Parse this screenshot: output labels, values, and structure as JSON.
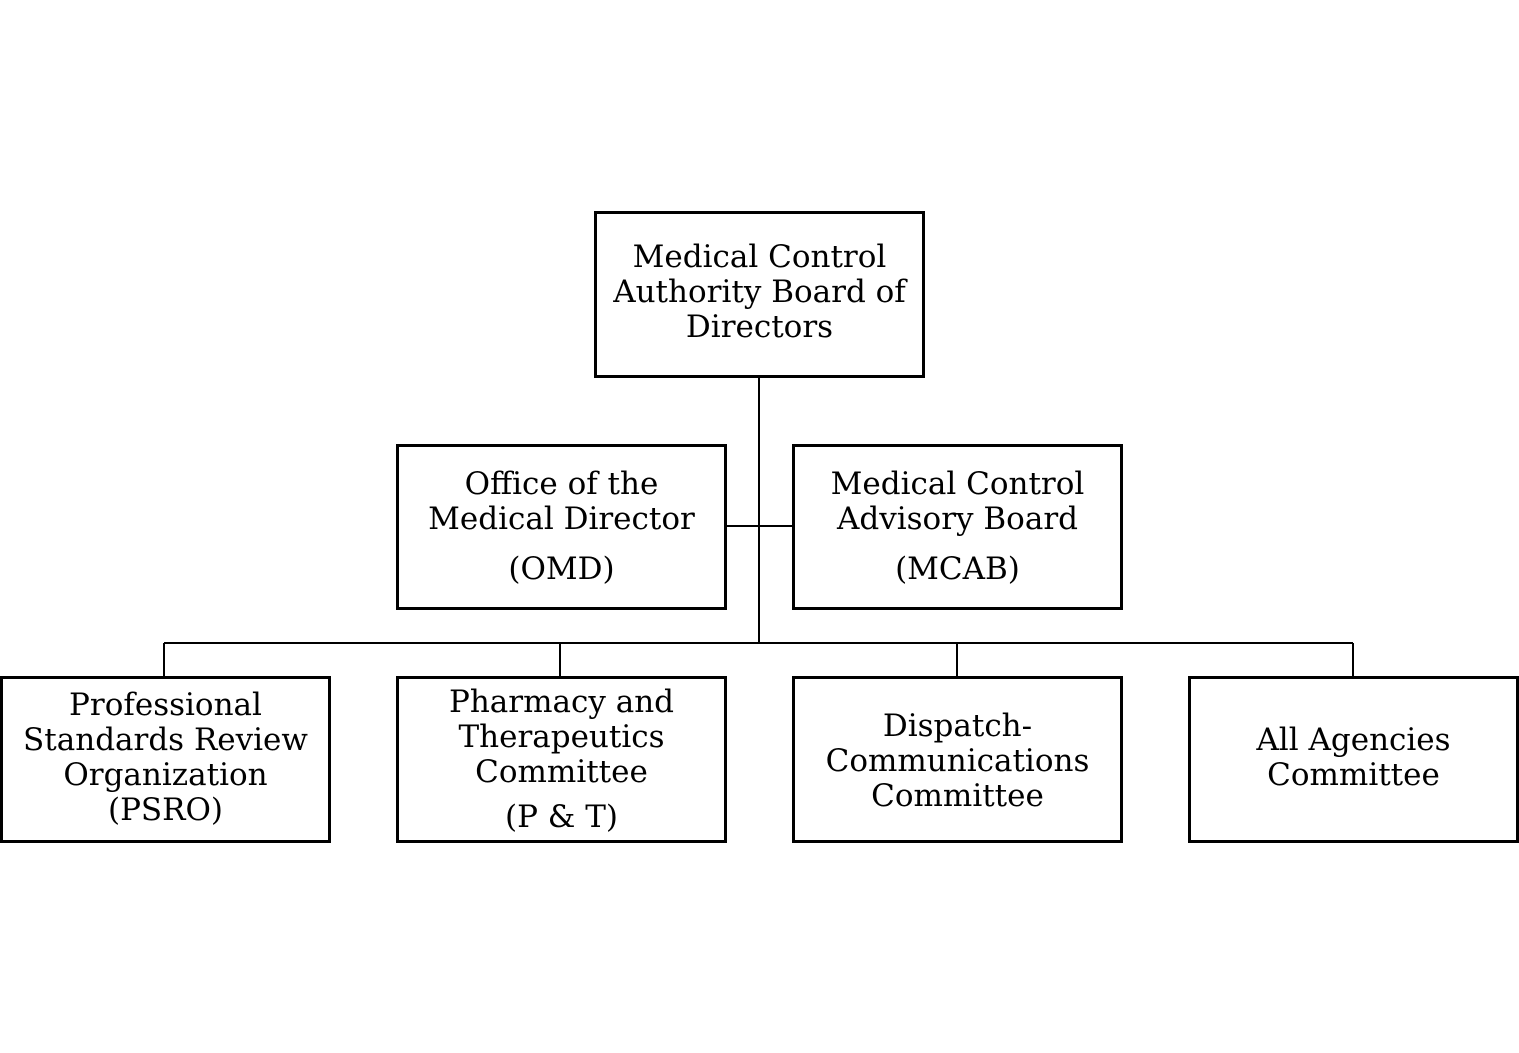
{
  "org_chart": {
    "board": {
      "lines": [
        "Medical Control",
        "Authority Board of",
        "Directors"
      ]
    },
    "omd": {
      "lines": [
        "Office of the",
        "Medical Director"
      ],
      "abbr": "(OMD)"
    },
    "mcab": {
      "lines": [
        "Medical Control",
        "Advisory Board"
      ],
      "abbr": "(MCAB)"
    },
    "psro": {
      "lines": [
        "Professional",
        "Standards Review",
        "Organization"
      ],
      "abbr": "(PSRO)"
    },
    "pt": {
      "lines": [
        "Pharmacy and",
        "Therapeutics",
        "Committee"
      ],
      "abbr": "(P & T)"
    },
    "dcc": {
      "lines": [
        "Dispatch-",
        "Communications",
        "Committee"
      ]
    },
    "aac": {
      "lines": [
        "All Agencies",
        "Committee"
      ]
    }
  },
  "colors": {
    "line": "#000000",
    "background": "#ffffff"
  }
}
